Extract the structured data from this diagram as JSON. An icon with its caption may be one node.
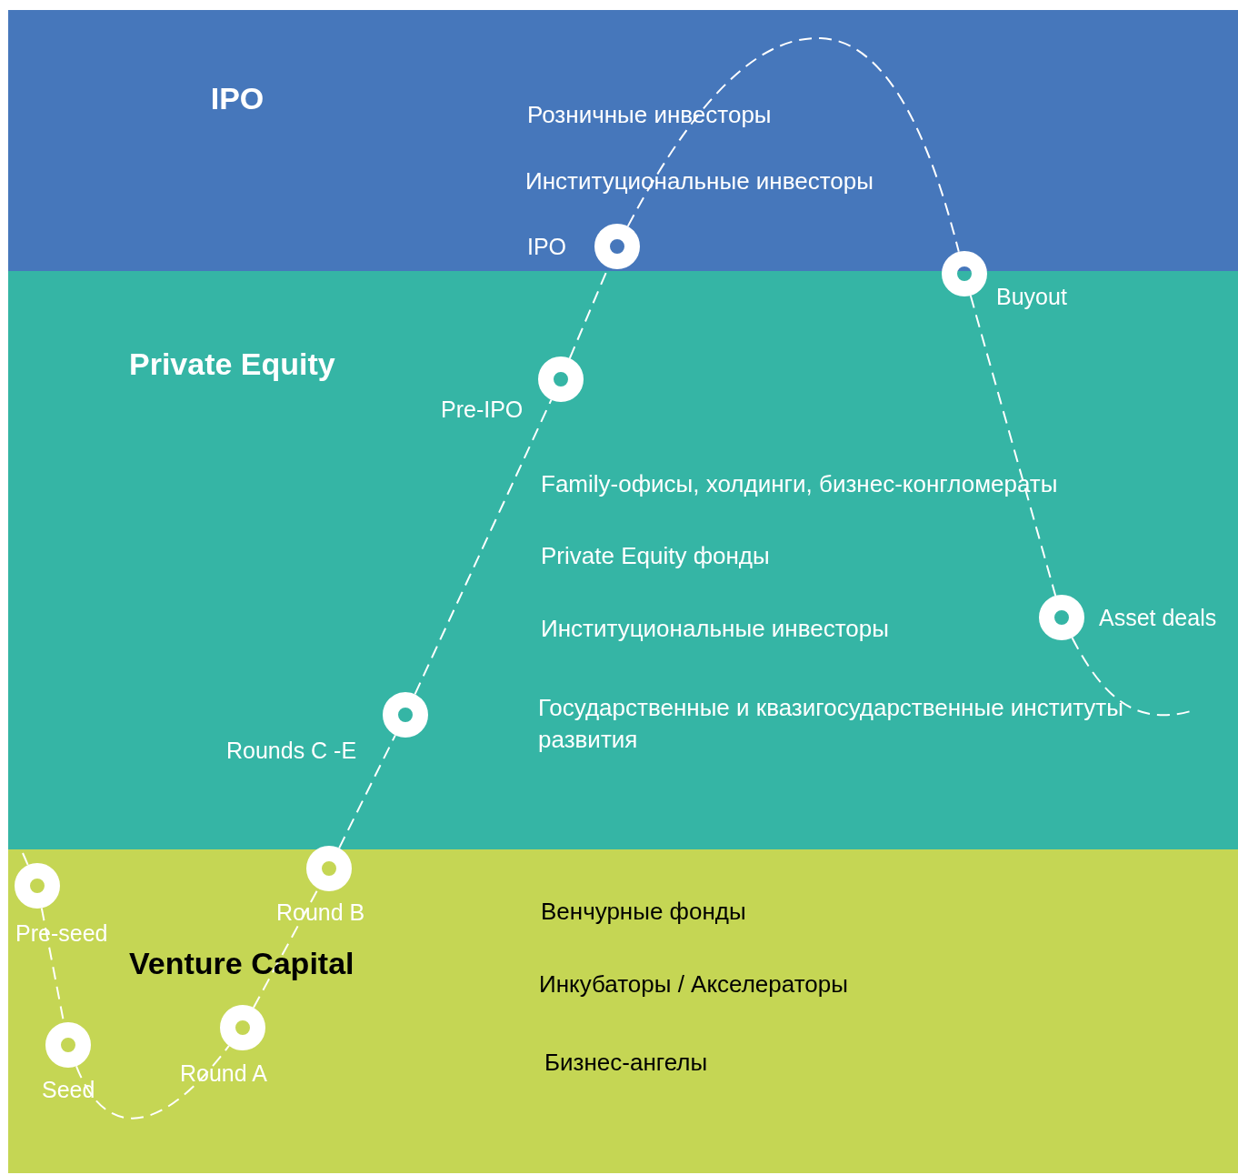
{
  "diagram": {
    "nodes": [
      {
        "text": [
          "IPO"
        ]
      },
      {
        "text": [
          "Private Equity"
        ]
      },
      {
        "text": [
          "Venture Capital"
        ]
      },
      {
        "text": [],
        "shape": "circle",
        "beside": [
          "Pre-seed"
        ],
        "in": 2
      },
      {
        "text": [],
        "shape": "circle",
        "beside": [
          "Seed"
        ],
        "in": 2
      },
      {
        "text": [],
        "shape": "circle",
        "beside": [
          "Round A"
        ],
        "in": 2
      },
      {
        "text": [],
        "shape": "circle",
        "beside": [
          "Round B"
        ],
        "in": 2
      },
      {
        "text": [],
        "shape": "circle",
        "beside": [
          "Rounds  C -E"
        ],
        "in": 1
      },
      {
        "text": [],
        "shape": "circle",
        "beside": [
          "Pre-IPO"
        ],
        "in": 1
      },
      {
        "text": [],
        "shape": "circle",
        "beside": [
          "IPO"
        ],
        "in": 0
      },
      {
        "text": [],
        "shape": "circle",
        "beside": [
          "Buyout"
        ],
        "in": 1
      },
      {
        "text": [],
        "shape": "circle",
        "beside": [
          "Asset deals"
        ],
        "in": 1
      }
    ],
    "edges": [
      {
        "from": null,
        "to": 3,
        "arrow": "none",
        "style": "dashed"
      },
      {
        "from": 3,
        "to": 4,
        "arrow": "none",
        "style": "dashed"
      },
      {
        "from": 4,
        "to": 5,
        "arrow": "none",
        "style": "dashed"
      },
      {
        "from": 5,
        "to": 6,
        "arrow": "none",
        "style": "dashed"
      },
      {
        "from": 6,
        "to": 7,
        "arrow": "none",
        "style": "dashed"
      },
      {
        "from": 7,
        "to": 8,
        "arrow": "none",
        "style": "dashed"
      },
      {
        "from": 8,
        "to": 9,
        "arrow": "none",
        "style": "dashed"
      },
      {
        "from": 9,
        "to": 10,
        "arrow": "none",
        "style": "dashed"
      },
      {
        "from": 10,
        "to": 11,
        "arrow": "none",
        "style": "dashed"
      },
      {
        "from": 11,
        "to": null,
        "arrow": "none",
        "style": "dashed"
      }
    ],
    "labels": [
      "Розничные инвесторы",
      "Институциональные инвесторы",
      "Family-офисы, холдинги, бизнес-конгломераты",
      "Private Equity фонды",
      "Институциональные инвесторы",
      "Государственные и квазигосударственные институты развития",
      "Венчурные фонды",
      "Инкубаторы / Акселераторы",
      "Бизнес-ангелы"
    ]
  }
}
